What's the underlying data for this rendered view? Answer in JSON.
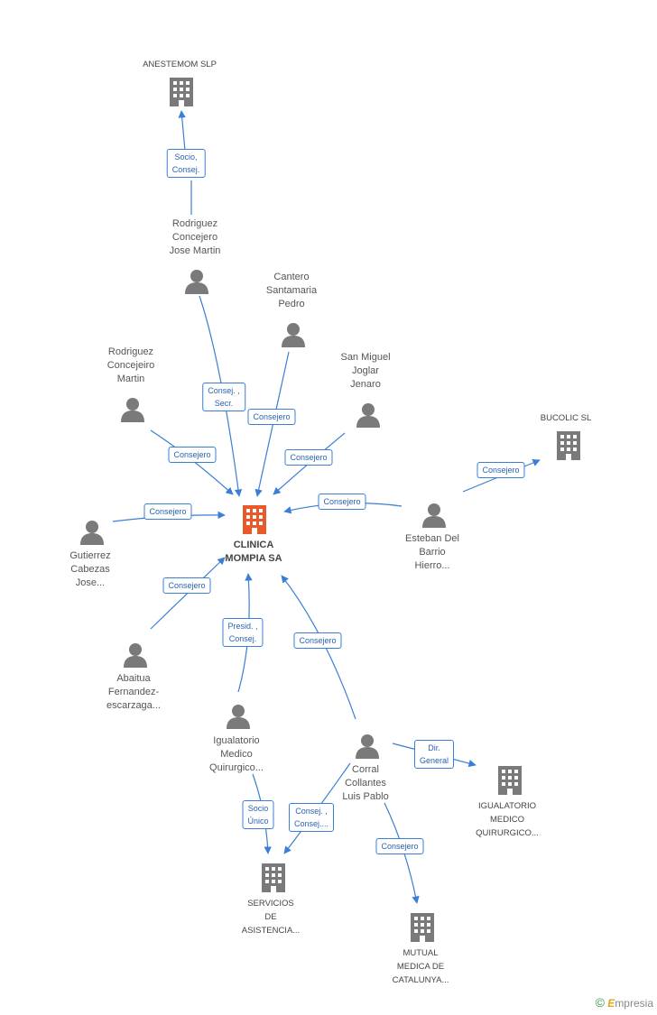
{
  "colors": {
    "edge": "#3a7fd5",
    "icon_grey": "#7a7a7a",
    "main_company": "#e8592b"
  },
  "nodes": {
    "anestemom": {
      "label": "ANESTEMOM SLP",
      "type": "company"
    },
    "bucolic": {
      "label": "BUCOLIC SL",
      "type": "company"
    },
    "clinica": {
      "label": "CLINICA\nMOMPIA SA",
      "type": "main"
    },
    "rodriguez_jose": {
      "label": "Rodriguez\nConcejero\nJose Martin",
      "type": "person"
    },
    "cantero": {
      "label": "Cantero\nSantamaria\nPedro",
      "type": "person"
    },
    "rodriguez_martin": {
      "label": "Rodriguez\nConcejeiro\nMartin",
      "type": "person"
    },
    "san_miguel": {
      "label": "San Miguel\nJoglar\nJenaro",
      "type": "person"
    },
    "esteban": {
      "label": "Esteban Del\nBarrio\nHierro...",
      "type": "person"
    },
    "gutierrez": {
      "label": "Gutierrez\nCabezas\nJose...",
      "type": "person"
    },
    "abaitua": {
      "label": "Abaitua\nFernandez-\nescarzaga...",
      "type": "person"
    },
    "igualatorio_person": {
      "label": "Igualatorio\nMedico\nQuirurgico...",
      "type": "person"
    },
    "corral": {
      "label": "Corral\nCollantes\nLuis Pablo",
      "type": "person"
    },
    "igualatorio_company": {
      "label": "IGUALATORIO\nMEDICO\nQUIRURGICO...",
      "type": "company"
    },
    "servicios": {
      "label": "SERVICIOS\nDE\nASISTENCIA...",
      "type": "company"
    },
    "mutual": {
      "label": "MUTUAL\nMEDICA DE\nCATALUNYA...",
      "type": "company"
    }
  },
  "edges": {
    "e1": "Socio,\nConsej.",
    "e2": "Consej. ,\nSecr.",
    "e3": "Consejero",
    "e4": "Consejero",
    "e5": "Consejero",
    "e6": "Consejero",
    "e7": "Consejero",
    "e8": "Consejero",
    "e9": "Consejero",
    "e10": "Presid. ,\nConsej.",
    "e11": "Consejero",
    "e12": "Dir.\nGeneral",
    "e13": "Socio\nÚnico",
    "e14": "Consej. ,\nConsej....",
    "e15": "Consejero"
  },
  "watermark": {
    "copyright": "©",
    "brand_initial": "E",
    "brand_rest": "mpresia"
  }
}
